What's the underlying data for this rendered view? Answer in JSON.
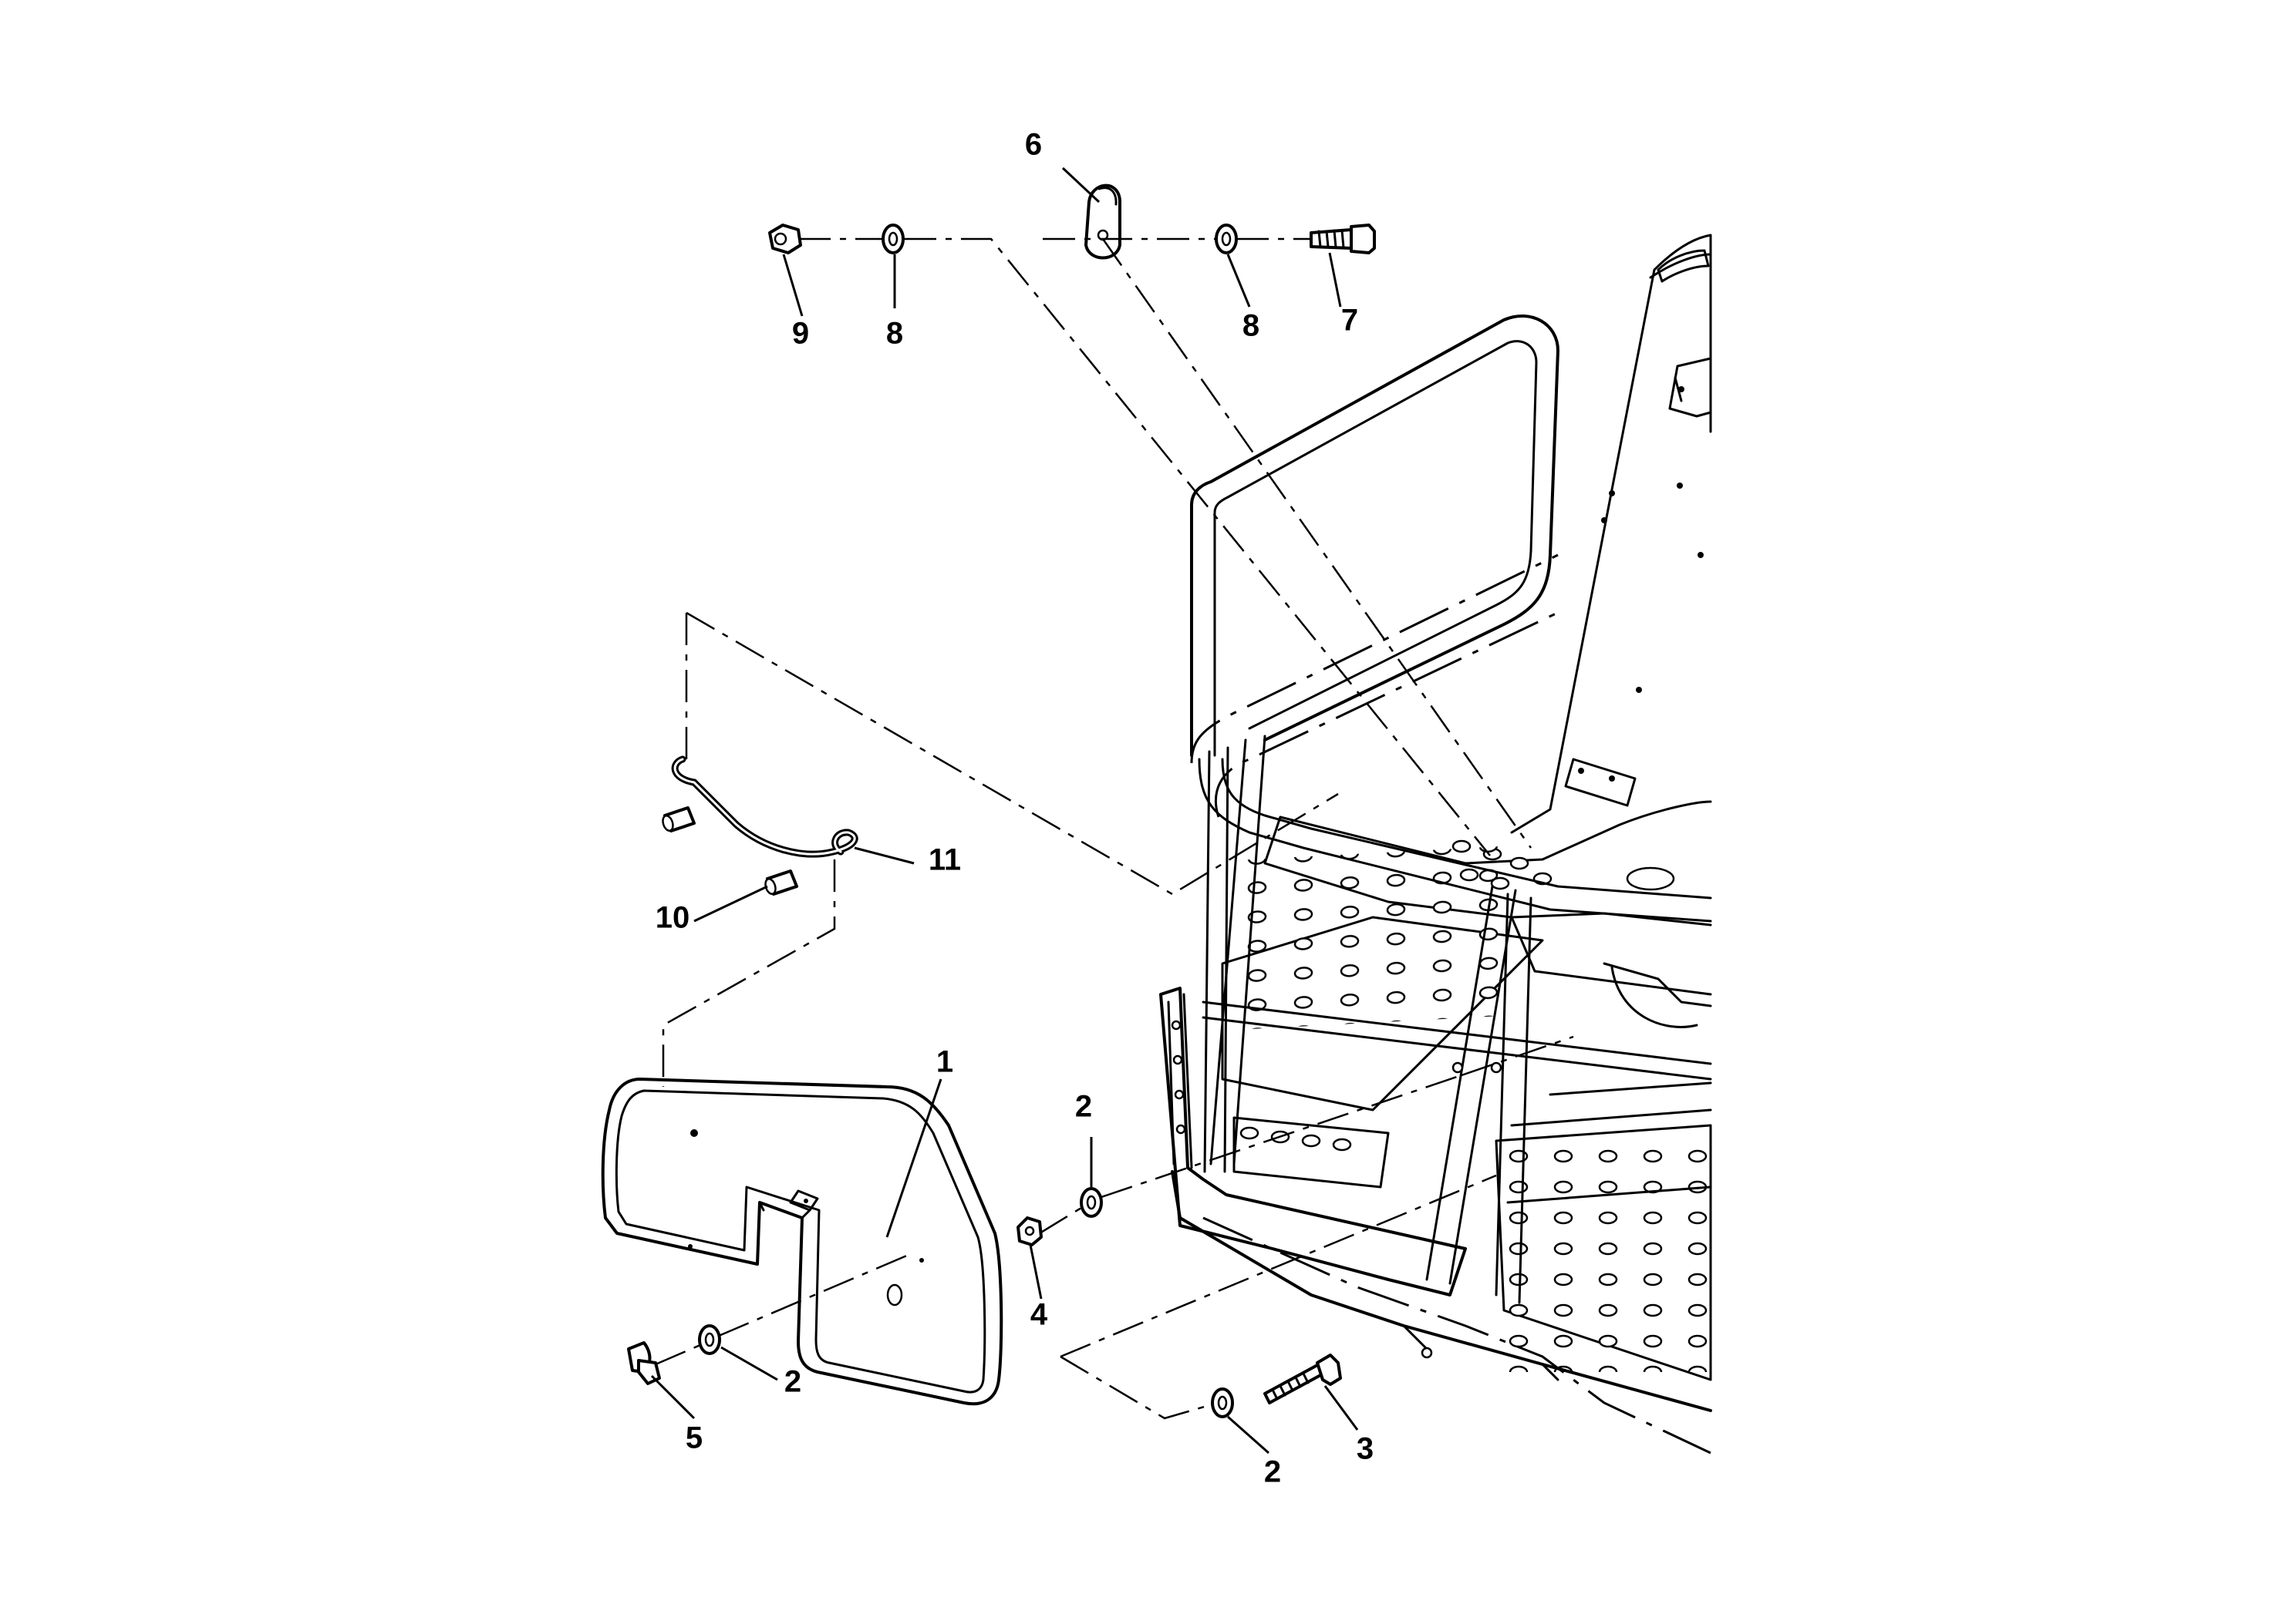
{
  "callouts": [
    {
      "id": "c1",
      "text": "1"
    },
    {
      "id": "c2a",
      "text": "2"
    },
    {
      "id": "c2b",
      "text": "2"
    },
    {
      "id": "c2c",
      "text": "2"
    },
    {
      "id": "c3",
      "text": "3"
    },
    {
      "id": "c4",
      "text": "4"
    },
    {
      "id": "c5",
      "text": "5"
    },
    {
      "id": "c6",
      "text": "6"
    },
    {
      "id": "c7",
      "text": "7"
    },
    {
      "id": "c8a",
      "text": "8"
    },
    {
      "id": "c8b",
      "text": "8"
    },
    {
      "id": "c9",
      "text": "9"
    },
    {
      "id": "c10",
      "text": "10"
    },
    {
      "id": "c11",
      "text": "11"
    }
  ]
}
